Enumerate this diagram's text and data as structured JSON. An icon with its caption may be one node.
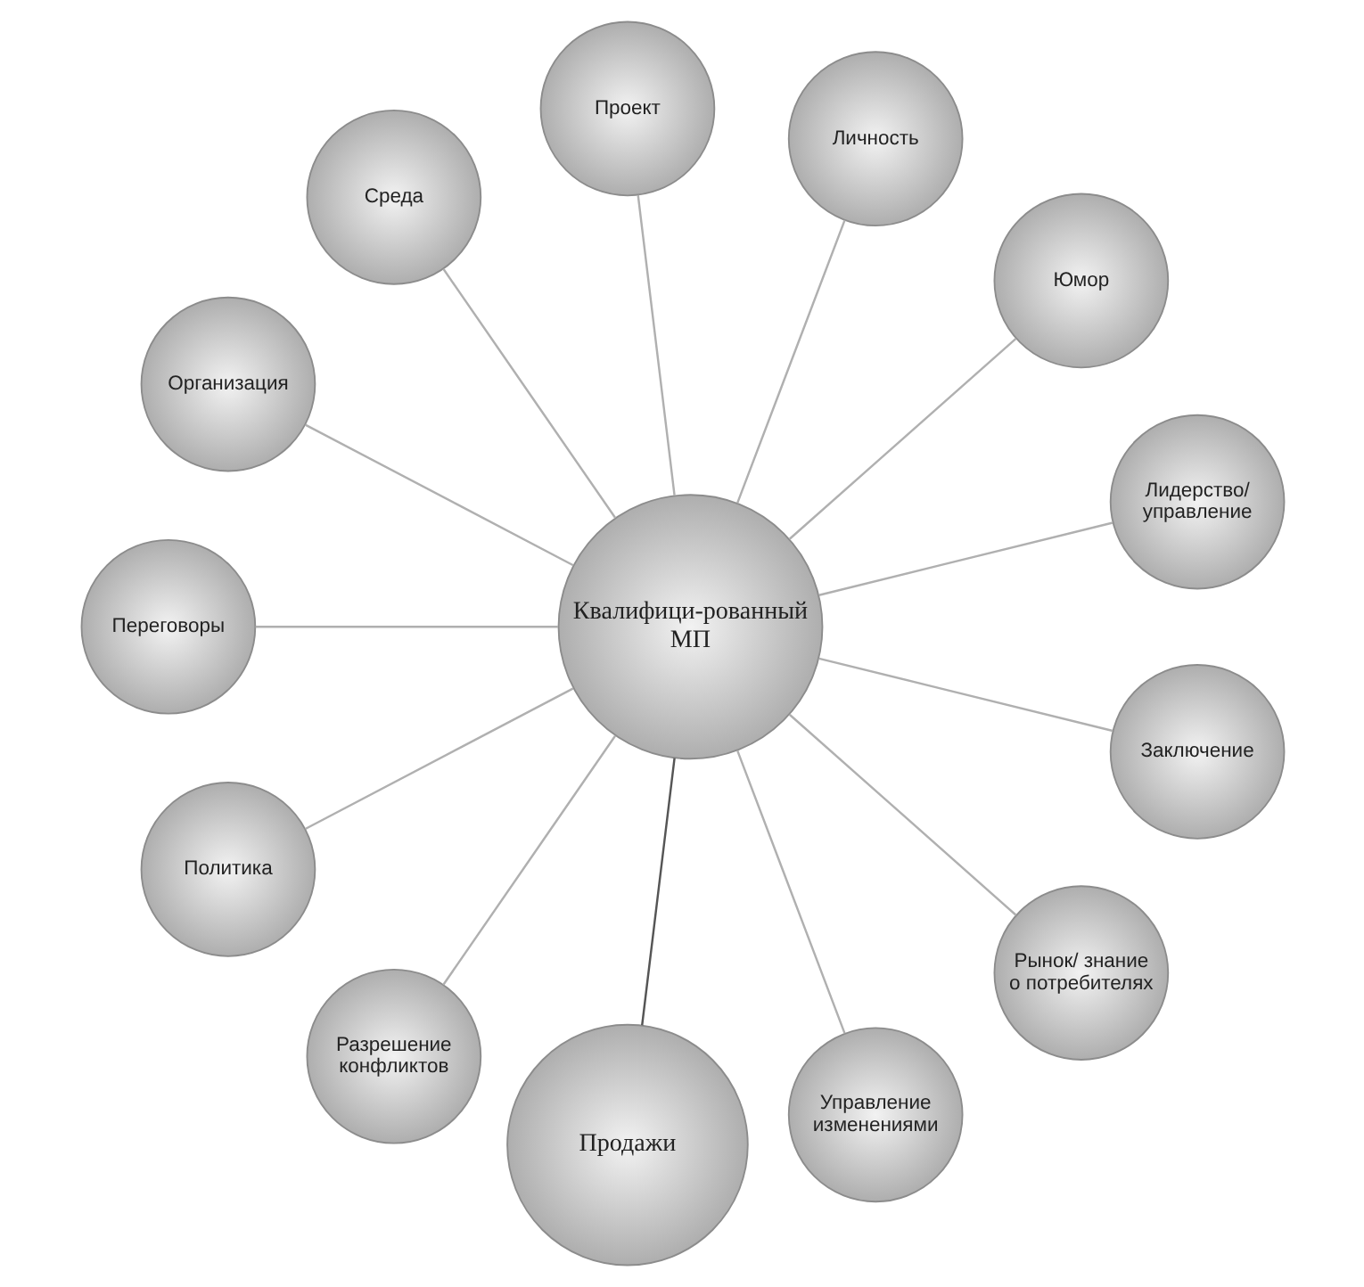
{
  "diagram": {
    "nodes": [
      {
        "text": [
          "Квалифици-рованный МП"
        ]
      },
      {
        "text": [
          "Лидерство/ управление"
        ]
      },
      {
        "text": [
          "Юмор"
        ]
      },
      {
        "text": [
          "Личность"
        ]
      },
      {
        "text": [
          "Проект"
        ]
      },
      {
        "text": [
          "Среда"
        ]
      },
      {
        "text": [
          "Организация"
        ]
      },
      {
        "text": [
          "Переговоры"
        ]
      },
      {
        "text": [
          "Политика"
        ]
      },
      {
        "text": [
          "Разрешение конфликтов"
        ]
      },
      {
        "text": [
          "Продажи"
        ]
      },
      {
        "text": [
          "Управление изменениями"
        ]
      },
      {
        "text": [
          "Рынок/ знание о потребителях"
        ]
      },
      {
        "text": [
          "Заключение"
        ]
      }
    ],
    "edges": [
      {
        "from": 0,
        "to": 1,
        "arrow": "none"
      },
      {
        "from": 0,
        "to": 2,
        "arrow": "none"
      },
      {
        "from": 0,
        "to": 3,
        "arrow": "none"
      },
      {
        "from": 0,
        "to": 4,
        "arrow": "none"
      },
      {
        "from": 0,
        "to": 5,
        "arrow": "none"
      },
      {
        "from": 0,
        "to": 6,
        "arrow": "none"
      },
      {
        "from": 0,
        "to": 7,
        "arrow": "none"
      },
      {
        "from": 0,
        "to": 8,
        "arrow": "none"
      },
      {
        "from": 0,
        "to": 9,
        "arrow": "none"
      },
      {
        "from": 0,
        "to": 10,
        "arrow": "none",
        "color": "#555555"
      },
      {
        "from": 0,
        "to": 11,
        "arrow": "none"
      },
      {
        "from": 0,
        "to": 12,
        "arrow": "none"
      },
      {
        "from": 0,
        "to": 13,
        "arrow": "none"
      }
    ]
  }
}
